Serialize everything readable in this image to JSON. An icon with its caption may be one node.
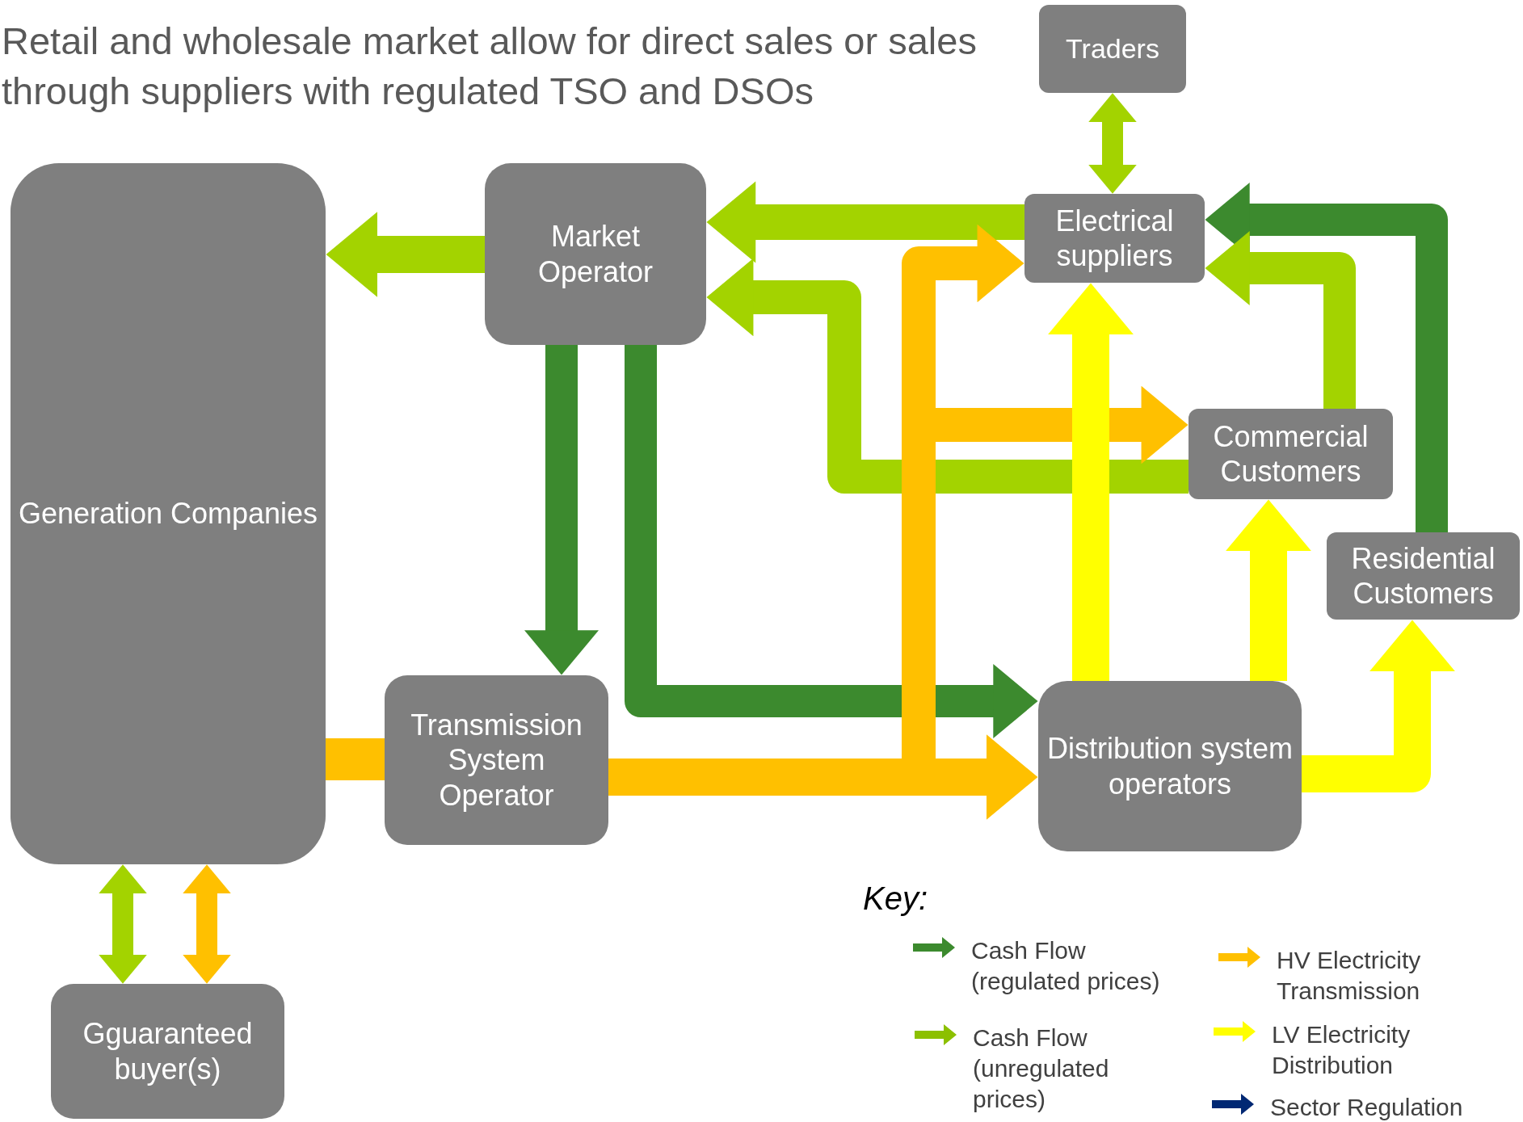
{
  "diagram": {
    "nodes": [
      {
        "text": [
          "Traders"
        ]
      },
      {
        "text": [
          "Market Operator"
        ]
      },
      {
        "text": [
          "Electrical suppliers"
        ]
      },
      {
        "text": [
          "Generation Companies"
        ]
      },
      {
        "text": [
          "Commercial Customers"
        ]
      },
      {
        "text": [
          "Residential Customers"
        ]
      },
      {
        "text": [
          "Transmission System Operator"
        ]
      },
      {
        "text": [
          "Distribution system operators"
        ]
      },
      {
        "text": [
          "Gguaranteed buyer(s)"
        ]
      }
    ],
    "edges": [
      {
        "from": 0,
        "to": 2,
        "arrow": "both"
      },
      {
        "from": 2,
        "to": 1,
        "arrow": "to"
      },
      {
        "from": 1,
        "to": 3,
        "arrow": "to"
      },
      {
        "from": 4,
        "to": 1,
        "arrow": "to"
      },
      {
        "from": 5,
        "to": 2,
        "arrow": "to",
        "color": "#3c8a2e"
      },
      {
        "from": 4,
        "to": 2,
        "arrow": "to"
      },
      {
        "from": 1,
        "to": 6,
        "arrow": "to",
        "color": "#3c8a2e"
      },
      {
        "from": 1,
        "to": 7,
        "arrow": "to",
        "color": "#3c8a2e"
      },
      {
        "from": 6,
        "to": 7,
        "arrow": "to",
        "color": "#ffc000"
      },
      {
        "from": 6,
        "to": 2,
        "arrow": "to",
        "color": "#ffc000"
      },
      {
        "from": 6,
        "to": 4,
        "arrow": "to",
        "color": "#ffc000"
      },
      {
        "from": 3,
        "to": 6,
        "arrow": "none",
        "color": "#ffc000"
      },
      {
        "from": 7,
        "to": 2,
        "arrow": "to",
        "color": "#ffff00"
      },
      {
        "from": 7,
        "to": 4,
        "arrow": "to",
        "color": "#ffff00"
      },
      {
        "from": 7,
        "to": 5,
        "arrow": "to",
        "color": "#ffff00"
      },
      {
        "from": 3,
        "to": 8,
        "arrow": "both"
      },
      {
        "from": 3,
        "to": 8,
        "arrow": "both",
        "color": "#ffc000"
      }
    ],
    "labels": [
      "Retail and wholesale market allow for direct sales or sales through suppliers with regulated TSO and DSOs",
      "Key:"
    ],
    "legend": [
      {
        "text": "Cash Flow (regulated prices)",
        "color": "#3c8a2e"
      },
      {
        "text": "Cash Flow (unregulated prices)",
        "color": "#8cc000"
      },
      {
        "text": "HV Electricity Transmission",
        "color": "#ffc000"
      },
      {
        "text": "LV Electricity Distribution",
        "color": "#ffff00"
      },
      {
        "text": "Sector Regulation",
        "color": "#002873"
      }
    ]
  }
}
